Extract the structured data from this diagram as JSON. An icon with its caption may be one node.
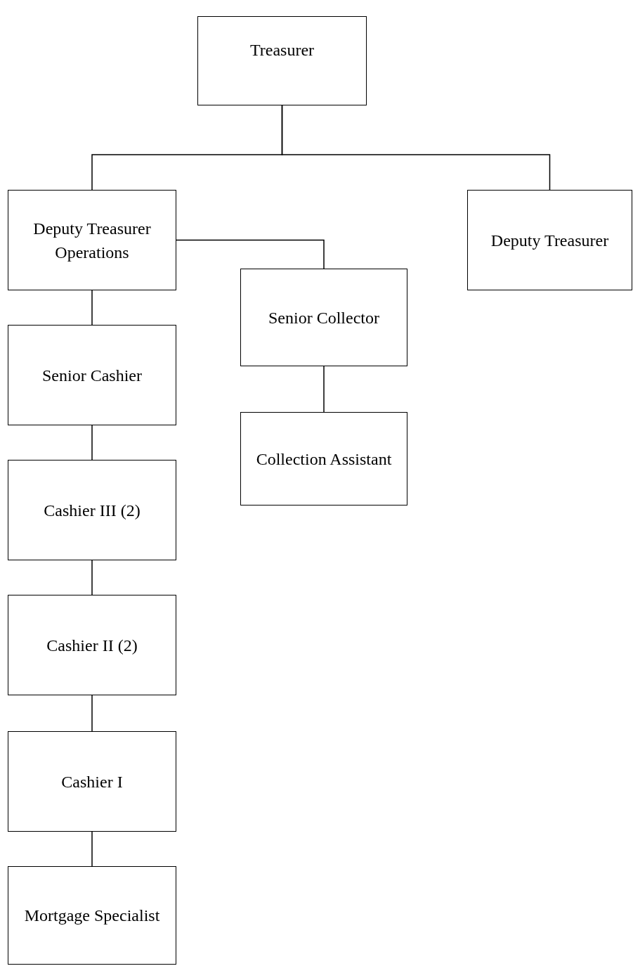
{
  "diagram": {
    "nodes": [
      {
        "text": [
          "Treasurer"
        ]
      },
      {
        "text": [
          "Deputy Treasurer Operations"
        ]
      },
      {
        "text": [
          "Deputy Treasurer"
        ]
      },
      {
        "text": [
          "Senior Collector"
        ]
      },
      {
        "text": [
          "Senior Cashier"
        ]
      },
      {
        "text": [
          "Collection Assistant"
        ]
      },
      {
        "text": [
          "Cashier III (2)"
        ]
      },
      {
        "text": [
          "Cashier II (2)"
        ]
      },
      {
        "text": [
          "Cashier I"
        ]
      },
      {
        "text": [
          "Mortgage Specialist"
        ]
      }
    ],
    "edges": [
      {
        "from": 0,
        "to": 1,
        "arrow": "none"
      },
      {
        "from": 0,
        "to": 2,
        "arrow": "none"
      },
      {
        "from": 1,
        "to": 3,
        "arrow": "none"
      },
      {
        "from": 1,
        "to": 4,
        "arrow": "none"
      },
      {
        "from": 3,
        "to": 5,
        "arrow": "none"
      },
      {
        "from": 4,
        "to": 6,
        "arrow": "none"
      },
      {
        "from": 6,
        "to": 7,
        "arrow": "none"
      },
      {
        "from": 7,
        "to": 8,
        "arrow": "none"
      },
      {
        "from": 8,
        "to": 9,
        "arrow": "none"
      }
    ]
  }
}
